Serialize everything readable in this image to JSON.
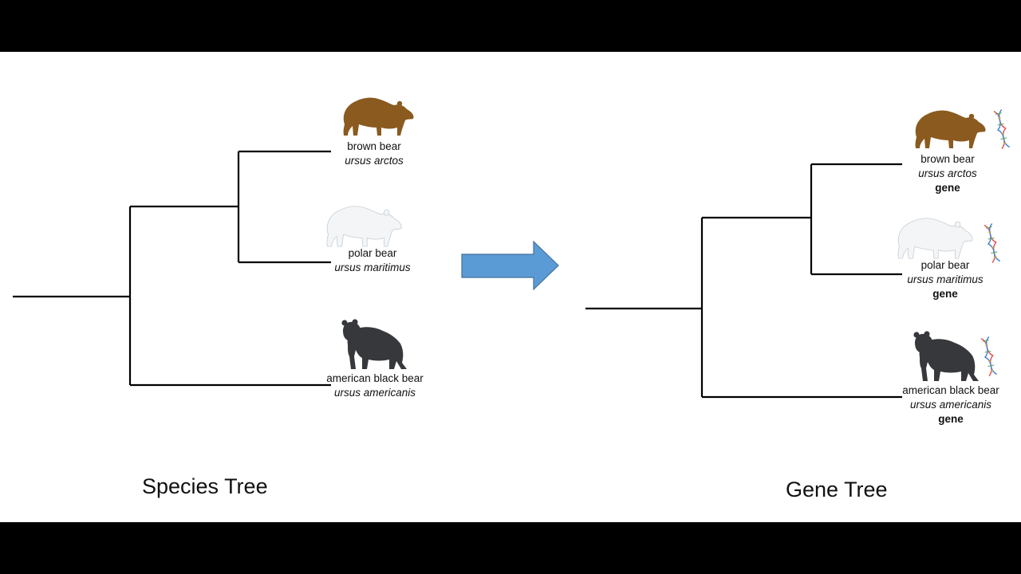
{
  "species_tree": {
    "title": "Species Tree",
    "taxa": [
      {
        "common": "brown bear",
        "scientific": "ursus arctos",
        "icon": "brown-bear-icon",
        "color": "#8a5a1f"
      },
      {
        "common": "polar bear",
        "scientific": "ursus maritimus",
        "icon": "polar-bear-icon",
        "color": "#f3f5f7"
      },
      {
        "common": "american black bear",
        "scientific": "ursus americanis",
        "icon": "black-bear-icon",
        "color": "#36383b"
      }
    ]
  },
  "gene_tree": {
    "title": "Gene Tree",
    "taxa": [
      {
        "common": "brown bear",
        "scientific": "ursus arctos",
        "gene": "gene",
        "icon": "brown-bear-icon",
        "color": "#8a5a1f"
      },
      {
        "common": "polar bear",
        "scientific": "ursus maritimus",
        "gene": "gene",
        "icon": "polar-bear-icon",
        "color": "#f3f5f7"
      },
      {
        "common": "american black bear",
        "scientific": "ursus americanis",
        "gene": "gene",
        "icon": "black-bear-icon",
        "color": "#36383b"
      }
    ]
  },
  "arrow": {
    "icon": "right-arrow-icon",
    "color": "#5b9bd5"
  },
  "dna_icon": "dna-helix-icon"
}
